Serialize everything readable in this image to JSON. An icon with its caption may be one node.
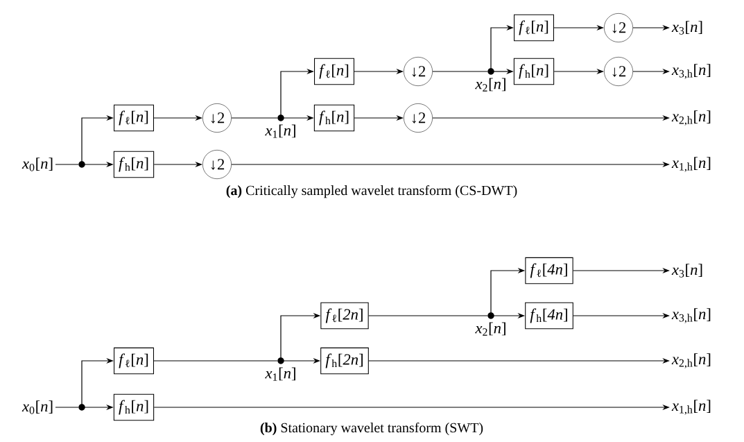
{
  "diagram": {
    "nodes": [
      {
        "text": [
          "*x*$_{0}$[*n*]"
        ]
      },
      {
        "text": [],
        "shape": "circle"
      },
      {
        "text": [
          "*f*$_{ℓ}$[*n*]"
        ]
      },
      {
        "text": [
          "*f*$_{h}$[*n*]"
        ]
      },
      {
        "text": [
          "↓2"
        ]
      },
      {
        "text": [
          "↓2"
        ]
      },
      {
        "text": [],
        "shape": "circle",
        "beside": [
          "*x*$_{1}$[*n*]"
        ]
      },
      {
        "text": [
          "*f*$_{ℓ}$[*n*]"
        ]
      },
      {
        "text": [
          "*f*$_{h}$[*n*]"
        ]
      },
      {
        "text": [
          "↓2"
        ]
      },
      {
        "text": [
          "↓2"
        ]
      },
      {
        "text": [],
        "shape": "circle",
        "beside": [
          "*x*$_{2}$[*n*]"
        ]
      },
      {
        "text": [
          "*f*$_{ℓ}$[*n*]"
        ]
      },
      {
        "text": [
          "*f*$_{h}$[*n*]"
        ]
      },
      {
        "text": [
          "↓2"
        ]
      },
      {
        "text": [
          "↓2"
        ]
      },
      {
        "text": [
          "*x*$_{3}$[*n*]"
        ]
      },
      {
        "text": [
          "*x*$_{3,h}$[*n*]"
        ]
      },
      {
        "text": [
          "*x*$_{2,h}$[*n*]"
        ]
      },
      {
        "text": [
          "*x*$_{1,h}$[*n*]"
        ]
      },
      {
        "text": [
          "*x*$_{0}$[*n*]"
        ]
      },
      {
        "text": [],
        "shape": "circle"
      },
      {
        "text": [
          "*f*$_{ℓ}$[*n*]"
        ]
      },
      {
        "text": [
          "*f*$_{h}$[*n*]"
        ]
      },
      {
        "text": [],
        "shape": "circle",
        "beside": [
          "*x*$_{1}$[*n*]"
        ]
      },
      {
        "text": [
          "*f*$_{ℓ}$[*2n*]"
        ]
      },
      {
        "text": [
          "*f*$_{h}$[*2n*]"
        ]
      },
      {
        "text": [],
        "shape": "circle",
        "beside": [
          "*x*$_{2}$[*n*]"
        ]
      },
      {
        "text": [
          "*f*$_{ℓ}$[*4n*]"
        ]
      },
      {
        "text": [
          "*f*$_{h}$[*4n*]"
        ]
      },
      {
        "text": [
          "*x*$_{3}$[*n*]"
        ]
      },
      {
        "text": [
          "*x*$_{3,h}$[*n*]"
        ]
      },
      {
        "text": [
          "*x*$_{2,h}$[*n*]"
        ]
      },
      {
        "text": [
          "*x*$_{1,h}$[*n*]"
        ]
      }
    ],
    "edges": [
      {
        "from": 0,
        "to": 1,
        "arrow": "none"
      },
      {
        "from": 1,
        "to": 2,
        "arrow": "to"
      },
      {
        "from": 1,
        "to": 3,
        "arrow": "to"
      },
      {
        "from": 2,
        "to": 4,
        "arrow": "to"
      },
      {
        "from": 3,
        "to": 5,
        "arrow": "to"
      },
      {
        "from": 4,
        "to": 6,
        "arrow": "none"
      },
      {
        "from": 6,
        "to": 7,
        "arrow": "to"
      },
      {
        "from": 6,
        "to": 8,
        "arrow": "to"
      },
      {
        "from": 7,
        "to": 9,
        "arrow": "to"
      },
      {
        "from": 8,
        "to": 10,
        "arrow": "to"
      },
      {
        "from": 9,
        "to": 11,
        "arrow": "none"
      },
      {
        "from": 11,
        "to": 12,
        "arrow": "to"
      },
      {
        "from": 11,
        "to": 13,
        "arrow": "to"
      },
      {
        "from": 12,
        "to": 14,
        "arrow": "to"
      },
      {
        "from": 13,
        "to": 15,
        "arrow": "to"
      },
      {
        "from": 14,
        "to": 16,
        "arrow": "to"
      },
      {
        "from": 15,
        "to": 17,
        "arrow": "to"
      },
      {
        "from": 10,
        "to": 18,
        "arrow": "to"
      },
      {
        "from": 5,
        "to": 19,
        "arrow": "to"
      },
      {
        "from": 20,
        "to": 21,
        "arrow": "none"
      },
      {
        "from": 21,
        "to": 22,
        "arrow": "to"
      },
      {
        "from": 21,
        "to": 23,
        "arrow": "to"
      },
      {
        "from": 22,
        "to": 24,
        "arrow": "none"
      },
      {
        "from": 24,
        "to": 25,
        "arrow": "to"
      },
      {
        "from": 24,
        "to": 26,
        "arrow": "to"
      },
      {
        "from": 25,
        "to": 27,
        "arrow": "none"
      },
      {
        "from": 27,
        "to": 28,
        "arrow": "to"
      },
      {
        "from": 27,
        "to": 29,
        "arrow": "to"
      },
      {
        "from": 28,
        "to": 30,
        "arrow": "to"
      },
      {
        "from": 29,
        "to": 31,
        "arrow": "to"
      },
      {
        "from": 26,
        "to": 32,
        "arrow": "to"
      },
      {
        "from": 23,
        "to": 33,
        "arrow": "to"
      }
    ],
    "labels": [
      "**(a)** Critically sampled wavelet transform (CS-DWT)",
      "**(b)** Stationary wavelet transform (SWT)"
    ]
  }
}
